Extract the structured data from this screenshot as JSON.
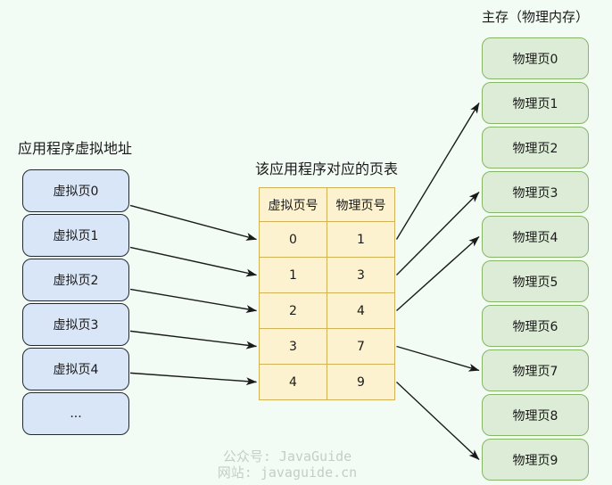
{
  "diagram": {
    "background_color": "#f2fcf4",
    "arrow_color": "#1a1a1a",
    "virtual_column": {
      "title": "应用程序虚拟地址",
      "fill_color": "#d9e6f8",
      "border_color": "#24292f",
      "boxes": [
        "虚拟页0",
        "虚拟页1",
        "虚拟页2",
        "虚拟页3",
        "虚拟页4",
        "..."
      ]
    },
    "page_table": {
      "title": "该应用程序对应的页表",
      "fill_color": "#fdf2cf",
      "border_color": "#d2b257",
      "headers": [
        "虚拟页号",
        "物理页号"
      ],
      "rows": [
        [
          "0",
          "1"
        ],
        [
          "1",
          "3"
        ],
        [
          "2",
          "4"
        ],
        [
          "3",
          "7"
        ],
        [
          "4",
          "9"
        ]
      ]
    },
    "physical_column": {
      "title": "主存（物理内存）",
      "fill_color": "#dcecd6",
      "border_color": "#87b567",
      "boxes": [
        "物理页0",
        "物理页1",
        "物理页2",
        "物理页3",
        "物理页4",
        "物理页5",
        "物理页6",
        "物理页7",
        "物理页8",
        "物理页9"
      ]
    },
    "mappings": [
      {
        "virtual_index": 0,
        "table_row": 0,
        "physical_index": 1
      },
      {
        "virtual_index": 1,
        "table_row": 1,
        "physical_index": 3
      },
      {
        "virtual_index": 2,
        "table_row": 2,
        "physical_index": 4
      },
      {
        "virtual_index": 3,
        "table_row": 3,
        "physical_index": 7
      },
      {
        "virtual_index": 4,
        "table_row": 4,
        "physical_index": 9
      }
    ],
    "watermark": {
      "line1": "公众号: JavaGuide",
      "line2": "网站: javaguide.cn",
      "color": "#c6ccc7"
    }
  }
}
